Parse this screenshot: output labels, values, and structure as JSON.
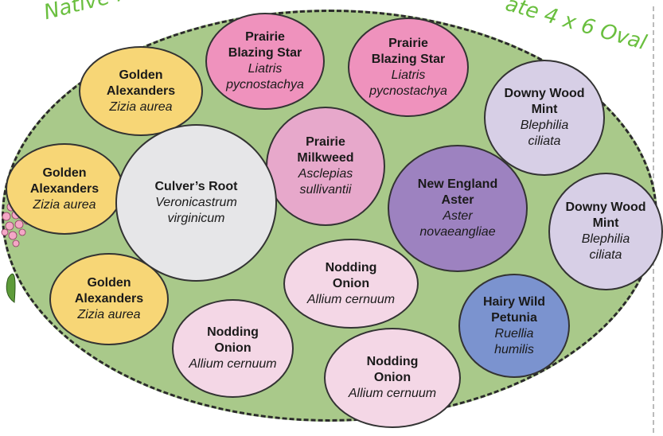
{
  "title": {
    "left_part": "Native Plant",
    "right_part": "ate 4 x 6 Oval"
  },
  "plants": [
    {
      "common": "Golden\nAlexanders",
      "scientific": "Zizia aurea",
      "color": "#f7d676"
    },
    {
      "common": "Golden\nAlexanders",
      "scientific": "Zizia aurea",
      "color": "#f7d676"
    },
    {
      "common": "Golden\nAlexanders",
      "scientific": "Zizia aurea",
      "color": "#f7d676"
    },
    {
      "common": "Prairie\nBlazing Star",
      "scientific": "Liatris\npycnostachya",
      "color": "#ef92bd"
    },
    {
      "common": "Prairie\nBlazing Star",
      "scientific": "Liatris\npycnostachya",
      "color": "#ef92bd"
    },
    {
      "common": "Prairie\nMilkweed",
      "scientific": "Asclepias\nsullivantii",
      "color": "#e7a8cb"
    },
    {
      "common": "Culver’s Root",
      "scientific": "Veronicastrum\nvirginicum",
      "color": "#e6e6e8"
    },
    {
      "common": "New England\nAster",
      "scientific": "Aster\nnovaeangliae",
      "color": "#9d82c0"
    },
    {
      "common": "Downy Wood\nMint",
      "scientific": "Blephilia\nciliata",
      "color": "#d7cfe6"
    },
    {
      "common": "Downy Wood\nMint",
      "scientific": "Blephilia\nciliata",
      "color": "#d7cfe6"
    },
    {
      "common": "Nodding\nOnion",
      "scientific": "Allium cernuum",
      "color": "#f4d7e6"
    },
    {
      "common": "Nodding\nOnion",
      "scientific": "Allium cernuum",
      "color": "#f4d7e6"
    },
    {
      "common": "Nodding\nOnion",
      "scientific": "Allium cernuum",
      "color": "#f4d7e6"
    },
    {
      "common": "Hairy Wild\nPetunia",
      "scientific": "Ruellia\nhumilis",
      "color": "#7b93cf"
    }
  ]
}
